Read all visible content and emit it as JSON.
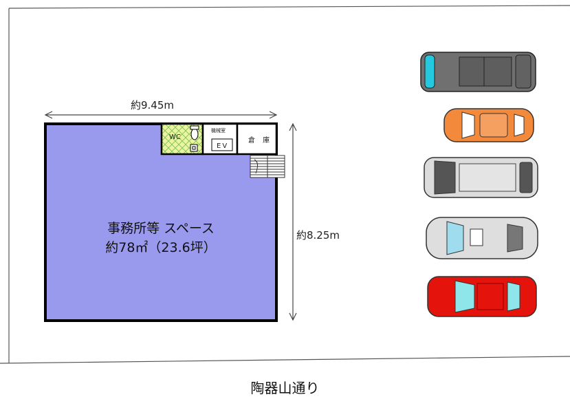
{
  "dimensions": {
    "width": "約9.45m",
    "height": "約8.25m"
  },
  "room": {
    "name": "事務所等 スペース",
    "area": "約78㎡（23.6坪）",
    "fill_color": "#9999ee"
  },
  "fixtures": {
    "wc": "WC",
    "machine_room": "機械室",
    "elevator": "EV",
    "storage": "倉 庫"
  },
  "street": "陶器山通り",
  "cars": [
    {
      "type": "van",
      "body_color": "#707070",
      "glass_color": "#25c9df"
    },
    {
      "type": "compact",
      "body_color": "#f3893b",
      "glass_color": "#ffffff"
    },
    {
      "type": "minivan",
      "body_color": "#dcdcdc",
      "glass_color": "#555555"
    },
    {
      "type": "sedan",
      "body_color": "#dedede",
      "glass_color": "#9fdcee"
    },
    {
      "type": "sports",
      "body_color": "#e4140c",
      "glass_color": "#8ee6ea"
    }
  ]
}
